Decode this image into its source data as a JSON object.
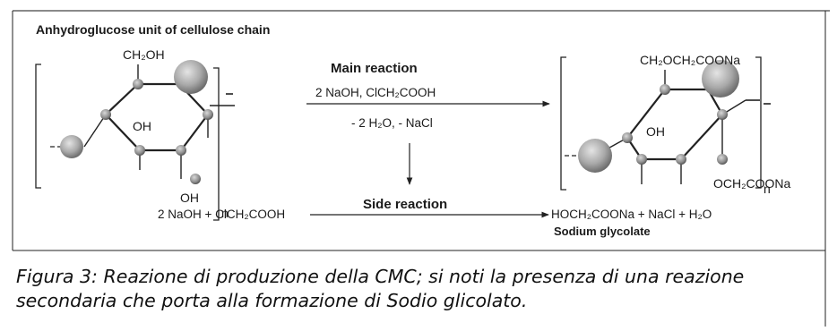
{
  "diagram": {
    "unit_title": "Anhydroglucose unit of  cellulose chain",
    "reactant_substituent": "CH₂OH",
    "ring_oh_top": "OH",
    "ring_oh_bottom": "OH",
    "subscript_n": "n",
    "main_reaction_title": "Main reaction",
    "main_reagents": "2 NaOH,  ClCH₂COOH",
    "main_byproducts": "- 2 H₂O, - NaCl",
    "product_substituent_top": "CH₂OCH₂COONa",
    "product_ring_oh": "OH",
    "product_substituent_bottom": "OCH₂COONa",
    "side_reaction_title": "Side reaction",
    "side_reactants": "2 NaOH + ClCH₂COOH",
    "side_products": "HOCH₂COONa + NaCl + H₂O",
    "side_product_name": "Sodium glycolate"
  },
  "caption": {
    "line1": "Figura 3:  Reazione di produzione della CMC; si noti la presenza di una reazione",
    "line2": "secondaria che porta alla formazione di Sodio glicolato."
  }
}
